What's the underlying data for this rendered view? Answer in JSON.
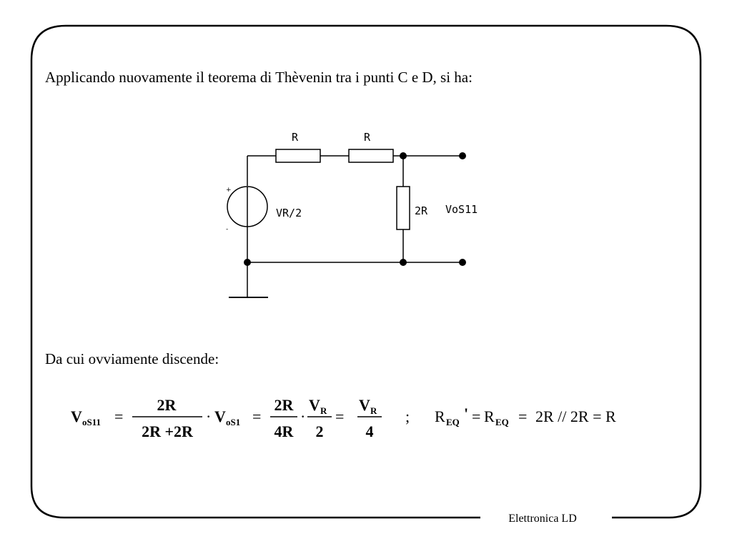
{
  "slide": {
    "intro_text": "Applicando nuovamente il teorema di Thèvenin tra i punti C e D, si ha:",
    "conclusion_text": "Da cui ovviamente discende:",
    "footer_text": "Elettronica LD"
  },
  "circuit": {
    "resistor_1_label": "R",
    "resistor_2_label": "R",
    "resistor_3_label": "2R",
    "source_label": "VR/2",
    "output_label": "VoS11",
    "source_plus": "+",
    "source_minus": "-"
  },
  "formula": {
    "lhs": "V",
    "lhs_sub": "oS11",
    "frac1_num": "2R",
    "frac1_den": "2R +2R",
    "dot": "·",
    "v2": "V",
    "v2_sub": "oS1",
    "frac2_num": "2R",
    "frac2_den": "4R",
    "frac3_num_v": "V",
    "frac3_num_sub": "R",
    "frac3_den": "2",
    "frac4_num_v": "V",
    "frac4_num_sub": "R",
    "frac4_den": "4",
    "equals": "=",
    "separator": ";",
    "req1": "R",
    "req1_sub": "EQ",
    "req1_prime": "'",
    "req2": "R",
    "req2_sub": "EQ",
    "result": "2R // 2R = R"
  }
}
